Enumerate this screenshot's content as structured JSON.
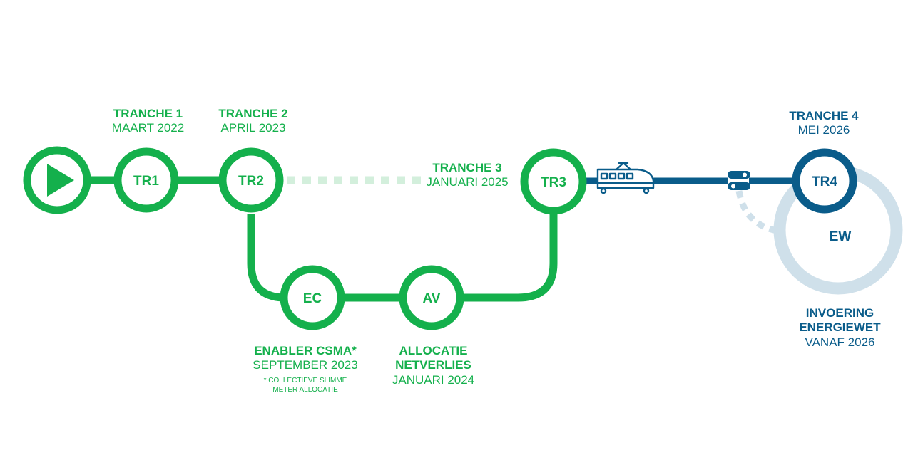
{
  "colors": {
    "green": "#14b04c",
    "green_light": "#d3efdc",
    "blue": "#0a5c8a",
    "blue_light": "#cfe0ea"
  },
  "nodes": {
    "start": {
      "icon": "play-icon"
    },
    "tr1": {
      "label": "TR1"
    },
    "tr2": {
      "label": "TR2"
    },
    "tr3": {
      "label": "TR3"
    },
    "tr4": {
      "label": "TR4"
    },
    "ec": {
      "label": "EC"
    },
    "av": {
      "label": "AV"
    },
    "ew": {
      "label": "EW"
    }
  },
  "icons": {
    "train": "train-icon",
    "switch": "rail-switch-icon"
  },
  "labels": {
    "tranche1": {
      "title": "TRANCHE 1",
      "date": "MAART 2022"
    },
    "tranche2": {
      "title": "TRANCHE 2",
      "date": "APRIL 2023"
    },
    "tranche3": {
      "title": "TRANCHE 3",
      "date": "JANUARI 2025"
    },
    "tranche4": {
      "title": "TRANCHE 4",
      "date": "MEI 2026"
    },
    "enabler": {
      "title": "ENABLER CSMA*",
      "date": "SEPTEMBER 2023",
      "note_line1": "* COLLECTIEVE SLIMME",
      "note_line2": "METER ALLOCATIE"
    },
    "allocatie": {
      "title_line1": "ALLOCATIE",
      "title_line2": "NETVERLIES",
      "date": "JANUARI 2024"
    },
    "energiewet": {
      "title_line1": "INVOERING",
      "title_line2": "ENERGIEWET",
      "date": "VANAF 2026"
    }
  }
}
